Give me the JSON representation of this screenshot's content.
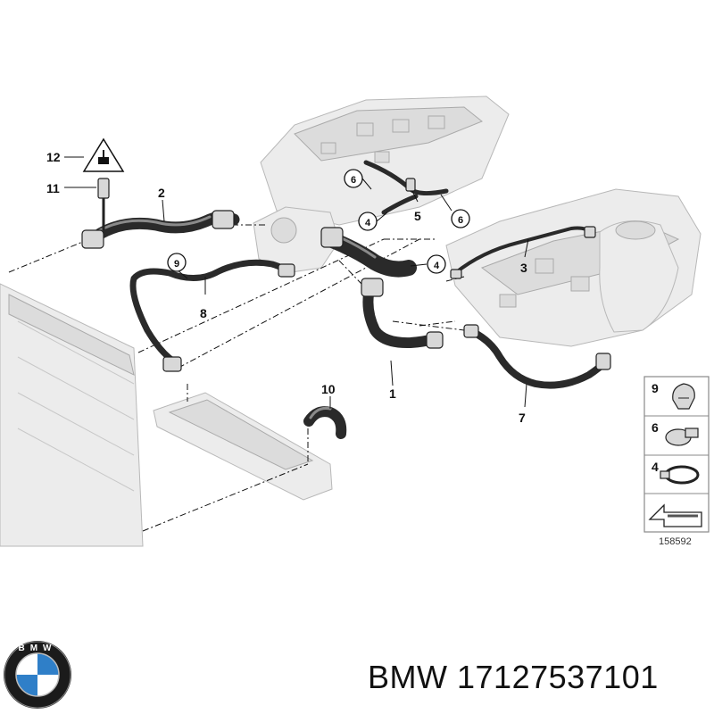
{
  "diagram": {
    "callouts": {
      "c1": "1",
      "c2": "2",
      "c3": "3",
      "c4a": "4",
      "c4b": "4",
      "c5": "5",
      "c6a": "6",
      "c6b": "6",
      "c7": "7",
      "c8": "8",
      "c9": "9",
      "c10": "10",
      "c11": "11",
      "c12": "12"
    },
    "legend": {
      "item1": "9",
      "item2": "6",
      "item3": "4",
      "code": "158592"
    }
  },
  "footer": {
    "brand": "BMW",
    "part_number": "17127537101",
    "logo_text": "BMW"
  },
  "colors": {
    "hose": "#2a2a2a",
    "ghost_part": "#ececec",
    "line": "#111111"
  }
}
